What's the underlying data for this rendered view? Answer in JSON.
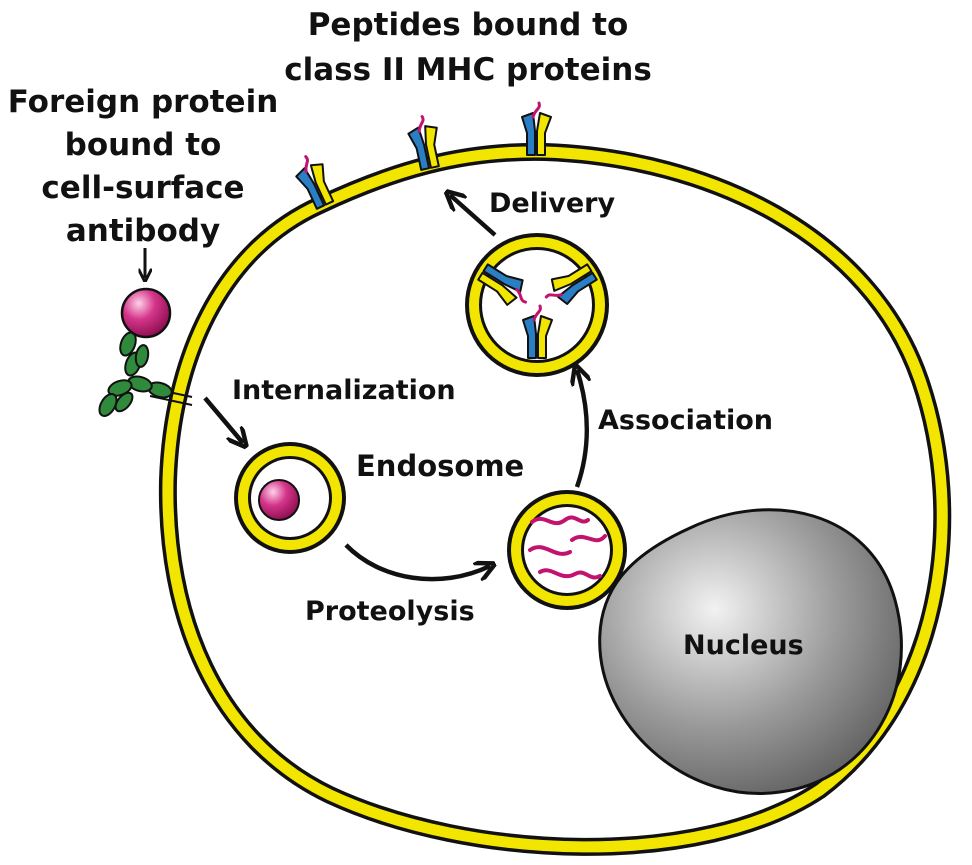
{
  "labels": {
    "peptides_line1": "Peptides bound to",
    "peptides_line2": "class II MHC proteins",
    "foreign_line1": "Foreign protein",
    "foreign_line2": "bound to",
    "foreign_line3": "cell-surface",
    "foreign_line4": "antibody",
    "delivery": "Delivery",
    "internalization": "Internalization",
    "endosome": "Endosome",
    "association": "Association",
    "proteolysis": "Proteolysis",
    "nucleus": "Nucleus"
  },
  "colors": {
    "membrane": "#f2e600",
    "outline": "#111111",
    "antigen": "#c2136f",
    "antibody": "#2f8a3c",
    "mhc_blue": "#2a7fc4",
    "mhc_yellow": "#f2e600",
    "peptide": "#c2136f",
    "nucleus": "#8a8a8a"
  }
}
